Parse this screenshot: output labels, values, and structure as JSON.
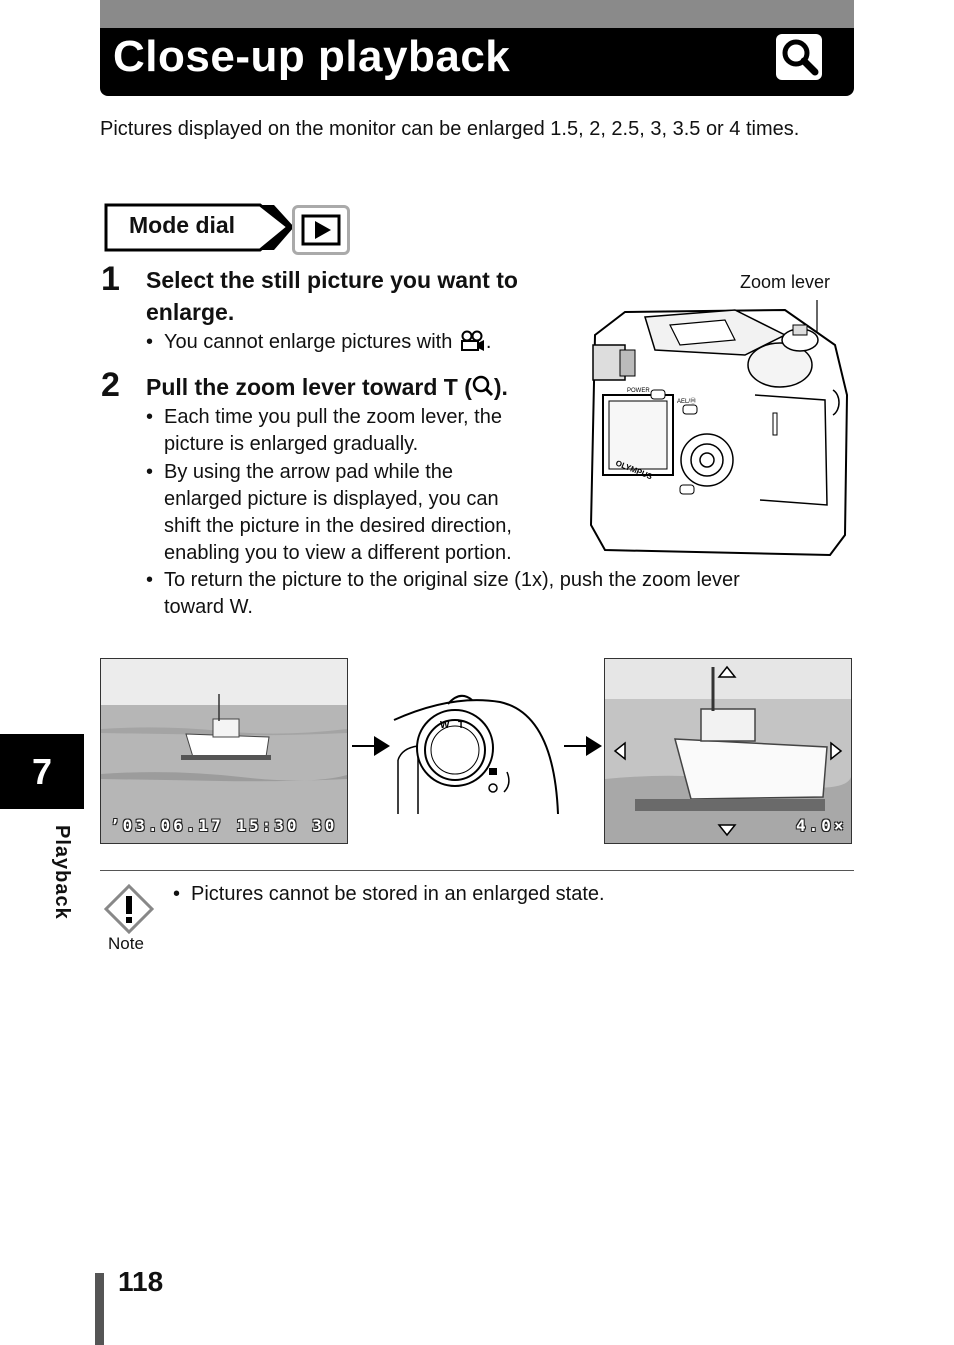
{
  "header": {
    "title": "Close-up playback",
    "icon": "magnify-icon"
  },
  "intro": "Pictures displayed on the monitor can be enlarged 1.5, 2, 2.5, 3, 3.5 or 4 times.",
  "mode_dial": {
    "label": "Mode dial",
    "icon": "playback-icon"
  },
  "steps": [
    {
      "number": "1",
      "title_line1": "Select the still picture you want to",
      "title_line2": "enlarge.",
      "bullets": [
        {
          "text": "You cannot enlarge pictures with",
          "suffix": "."
        }
      ]
    },
    {
      "number": "2",
      "title_prefix": "Pull the zoom lever toward T (",
      "title_suffix": ").",
      "bullets": [
        {
          "line1": "Each time you pull the zoom lever, the",
          "line2": "picture is enlarged gradually."
        },
        {
          "line1": "By using the arrow pad while the",
          "line2": "enlarged picture is displayed, you can",
          "line3": "shift the picture in the desired direction,",
          "line4": "enabling you to view a different portion."
        },
        {
          "line1": "To return the picture to the original size (1x), push the zoom lever",
          "line2": "toward W."
        }
      ]
    }
  ],
  "camera": {
    "zoom_lever_label": "Zoom lever",
    "brand": "OLYMPUS",
    "power": "POWER",
    "ael": "AEL/Ⓜ"
  },
  "figures": {
    "left_osd": "’03.06.17  15:30  30",
    "lever_w": "W",
    "lever_t": "T",
    "right_osd": "4.0×"
  },
  "note": {
    "label": "Note",
    "text": "Pictures cannot be stored in an enlarged state."
  },
  "side_tab": {
    "number": "7",
    "label": "Playback"
  },
  "page_number": "118"
}
